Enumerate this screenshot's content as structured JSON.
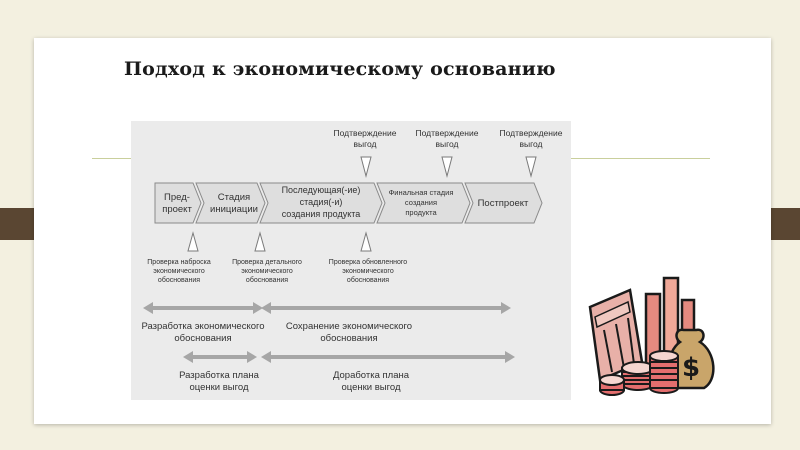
{
  "title": "Подход к экономическому основанию",
  "top_labels": [
    [
      "Подтверждение",
      "выгод"
    ],
    [
      "Подтверждение",
      "выгод"
    ],
    [
      "Подтверждение",
      "выгод"
    ]
  ],
  "stages": [
    [
      "Пред-",
      "проект"
    ],
    [
      "Стадия",
      "инициации"
    ],
    [
      "Последующая(-ие)",
      "стадия(-и)",
      "создания продукта"
    ],
    [
      "Финальная стадия",
      "создания",
      "продукта"
    ],
    [
      "Постпроект"
    ]
  ],
  "bottom_labels": [
    [
      "Проверка наброска",
      "экономического",
      "обоснования"
    ],
    [
      "Проверка детального",
      "экономического",
      "обоснования"
    ],
    [
      "Проверка обновленного",
      "экономического",
      "обоснования"
    ]
  ],
  "ranges": [
    [
      "Разработка экономического",
      "обоснования"
    ],
    [
      "Сохранение экономического",
      "обоснования"
    ],
    [
      "Разработка плана",
      "оценки выгод"
    ],
    [
      "Доработка плана",
      "оценки выгод"
    ]
  ],
  "colors": {
    "chevron_fill": "#dedede",
    "chevron_stroke": "#8a8a8a",
    "range_arrow": "#a6a6a6",
    "panel": "#ebebeb",
    "divider_bar": "#5a4632"
  },
  "illustration": "money-coins-buildings-icon"
}
